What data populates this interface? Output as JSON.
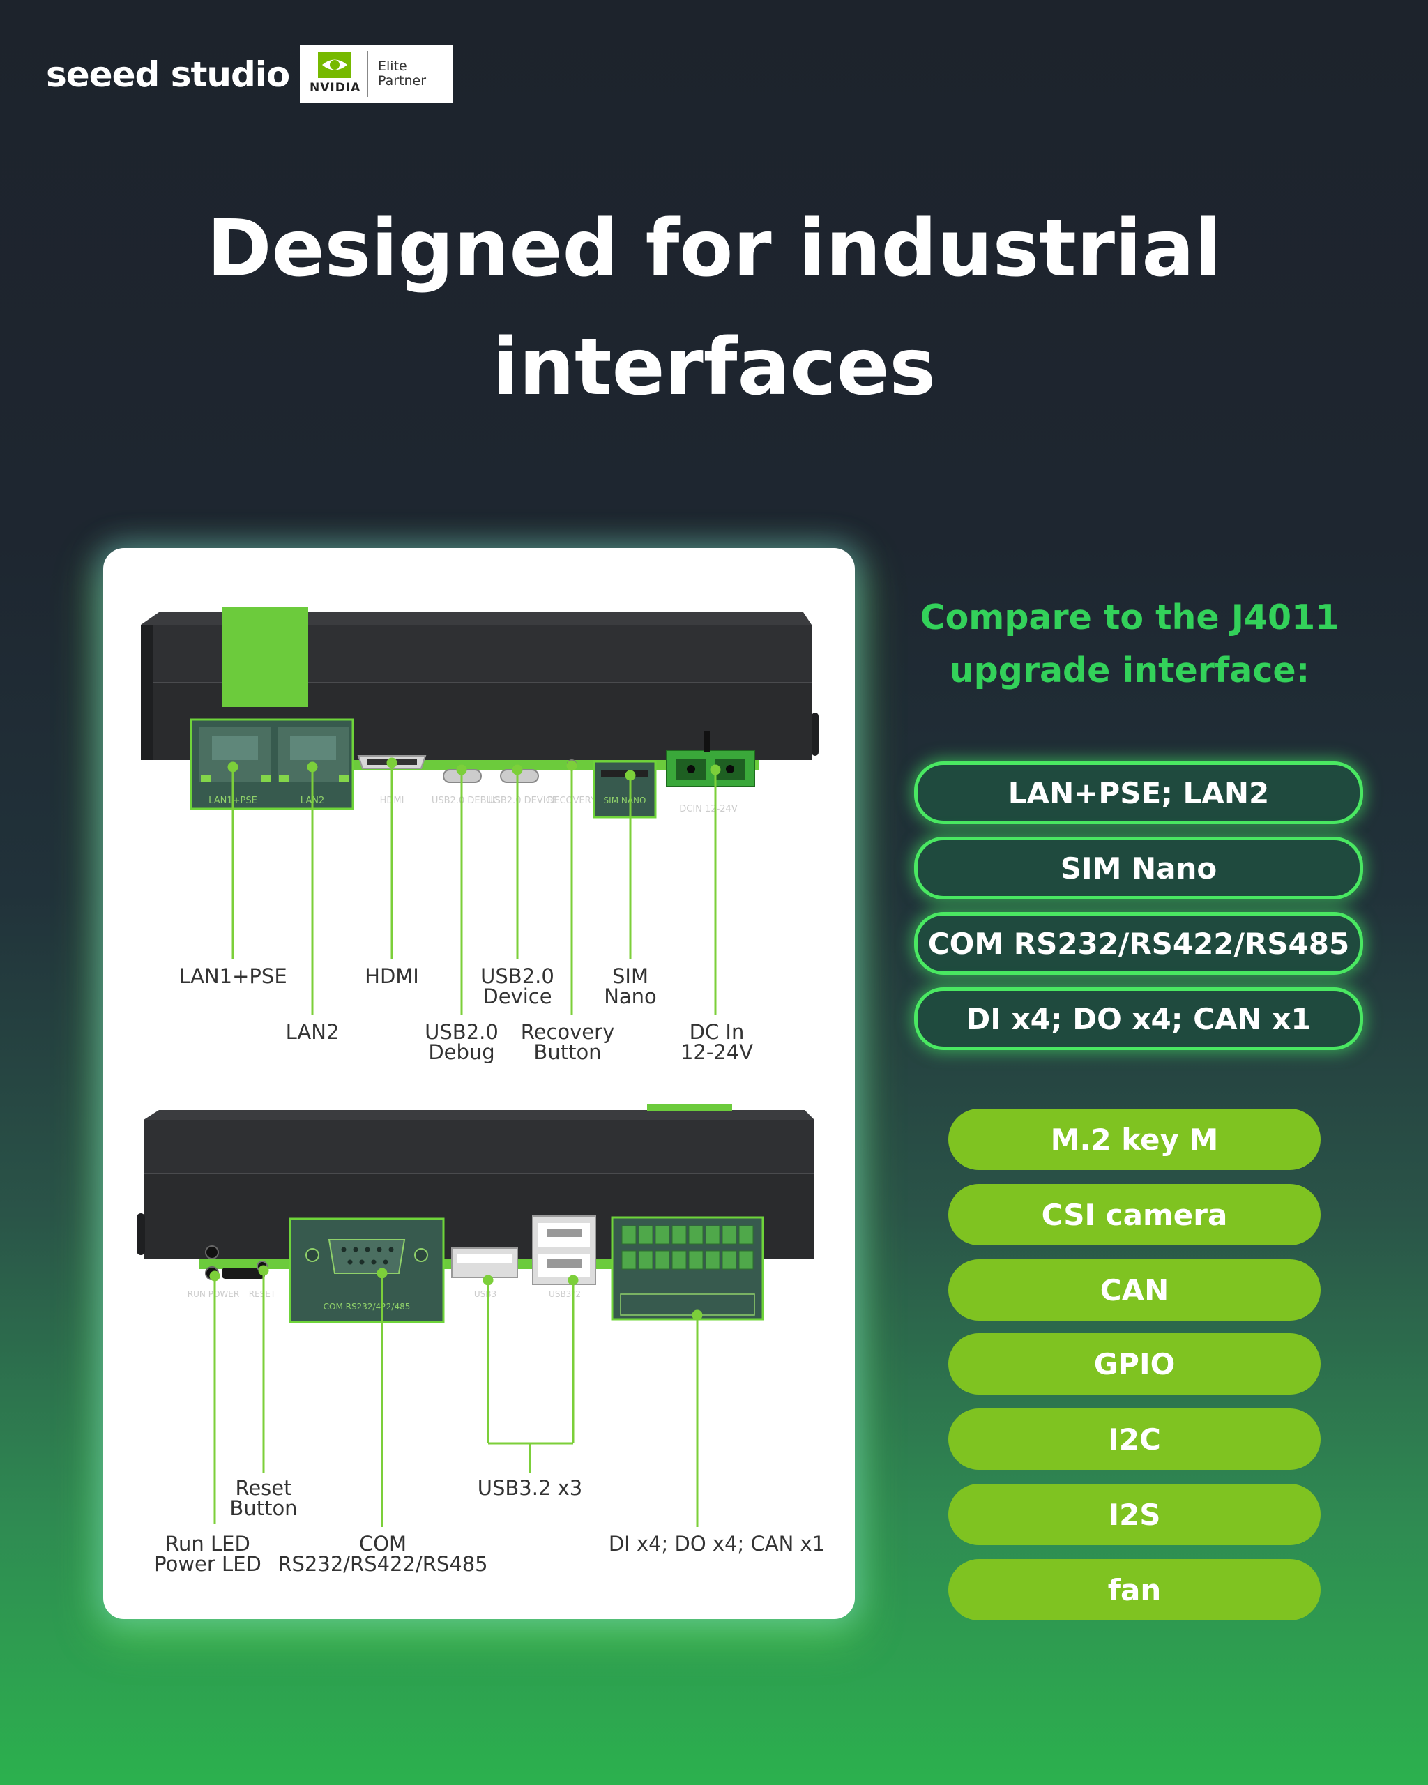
{
  "brand": {
    "logo_text": "seeed studio",
    "nvidia_text": "NVIDIA",
    "partner_line1": "Elite",
    "partner_line2": "Partner"
  },
  "title": {
    "line1": "Designed for industrial",
    "line2": "interfaces"
  },
  "top_device": {
    "port_prints": [
      "LAN1+PSE",
      "LAN2",
      "HDMI",
      "USB2.0 DEBUG",
      "USB2.0 DEVICE",
      "RECOVERY",
      "SIM NANO",
      "DCIN 12-24V"
    ],
    "callouts": {
      "lan1": "LAN1+PSE",
      "lan2": "LAN2",
      "hdmi": "HDMI",
      "usb_debug": "USB2.0\nDebug",
      "usb_device": "USB2.0\nDevice",
      "recovery": "Recovery\nButton",
      "sim": "SIM\nNano",
      "dc": "DC In\n12-24V"
    }
  },
  "bottom_device": {
    "port_prints": [
      "RUN POWER",
      "RESET",
      "COM RS232/422/485",
      "USB3",
      "USB3*2"
    ],
    "callouts": {
      "reset": "Reset\nButton",
      "led": "Run LED\nPower LED",
      "com": "COM\nRS232/RS422/RS485",
      "usb3": "USB3.2 x3",
      "dio": "DI x4; DO x4; CAN x1"
    }
  },
  "compare_heading": "Compare to the J4011\nupgrade interface:",
  "upgrades": [
    "LAN+PSE; LAN2",
    "SIM Nano",
    "COM RS232/RS422/RS485",
    "DI x4; DO x4; CAN x1"
  ],
  "features": [
    "M.2 key M",
    "CSI camera",
    "CAN",
    "GPIO",
    "I2C",
    "I2S",
    "fan"
  ],
  "colors": {
    "accent_green": "#6fd43a",
    "lime_pill": "#7fc321",
    "dark_pill": "#1f4a3e",
    "device_body": "#2e2f31"
  }
}
